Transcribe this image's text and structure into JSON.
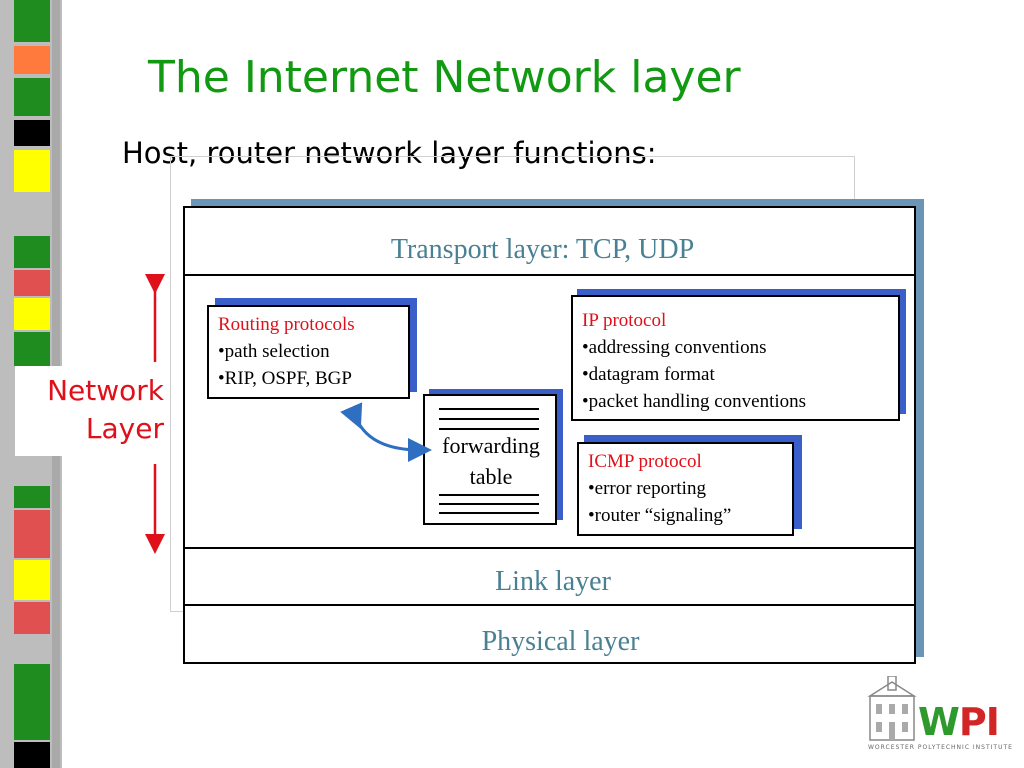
{
  "slide": {
    "title": "The Internet Network layer",
    "subtitle": "Host, router network layer functions:"
  },
  "diagram": {
    "transport_layer": "Transport layer: TCP, UDP",
    "link_layer": "Link layer",
    "physical_layer": "Physical layer",
    "routing": {
      "heading": "Routing protocols",
      "items": [
        "•path selection",
        "•RIP, OSPF, BGP"
      ]
    },
    "ip": {
      "heading": "IP protocol",
      "items": [
        "•addressing conventions",
        "•datagram format",
        "•packet handling conventions"
      ]
    },
    "icmp": {
      "heading": "ICMP protocol",
      "items": [
        "•error reporting",
        "•router “signaling”"
      ]
    },
    "forwarding_table": {
      "line1": "forwarding",
      "line2": "table"
    },
    "side_label": {
      "line1": "Network",
      "line2": "Layer"
    }
  },
  "logo": {
    "letters_green": "W",
    "letters_red": "P",
    "letters_end": "I",
    "tagline": "WORCESTER POLYTECHNIC INSTITUTE"
  },
  "colors": {
    "title": "#119a11",
    "layer_label": "#4a8093",
    "highlight_red": "#e0101a",
    "box_shadow_blue": "#3a5fc8",
    "main_shadow": "#6b95b7"
  }
}
